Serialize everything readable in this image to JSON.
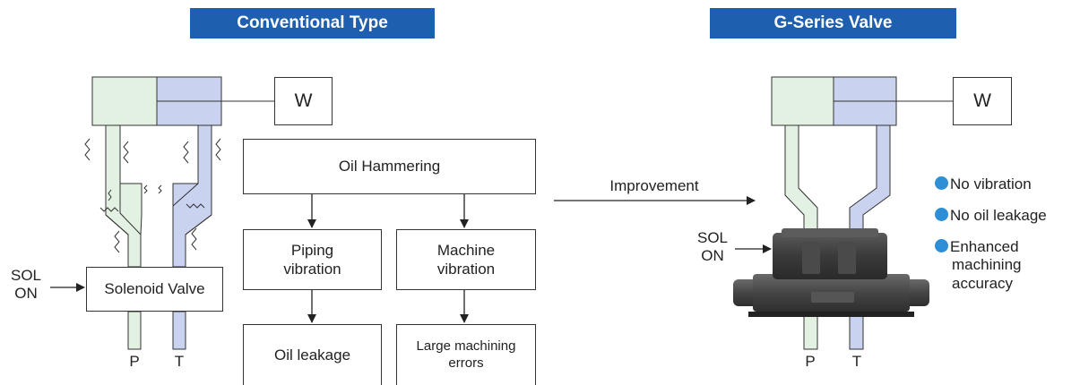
{
  "colors": {
    "banner": "#1f5fb0",
    "pressure_line": "#e3f1e3",
    "tank_line": "#c9d3ef",
    "bullet": "#2f8fd6",
    "valve_body": "#3a3a3a"
  },
  "left_panel": {
    "title": "Conventional Type",
    "actuator_label": "W",
    "valve_label": "Solenoid Valve",
    "sol_label": [
      "SOL",
      "ON"
    ],
    "port_p": "P",
    "port_t": "T"
  },
  "flow": {
    "root": "Oil Hammering",
    "branch_left": [
      "Piping",
      "vibration"
    ],
    "branch_right": [
      "Machine",
      "vibration"
    ],
    "result_left": "Oil leakage",
    "result_right": [
      "Large machining",
      "errors"
    ]
  },
  "improvement_label": "Improvement",
  "right_panel": {
    "title": "G-Series Valve",
    "actuator_label": "W",
    "sol_label": [
      "SOL",
      "ON"
    ],
    "port_p": "P",
    "port_t": "T",
    "benefits": [
      "No vibration",
      "No oil leakage",
      [
        "Enhanced",
        "machining",
        "accuracy"
      ]
    ]
  }
}
